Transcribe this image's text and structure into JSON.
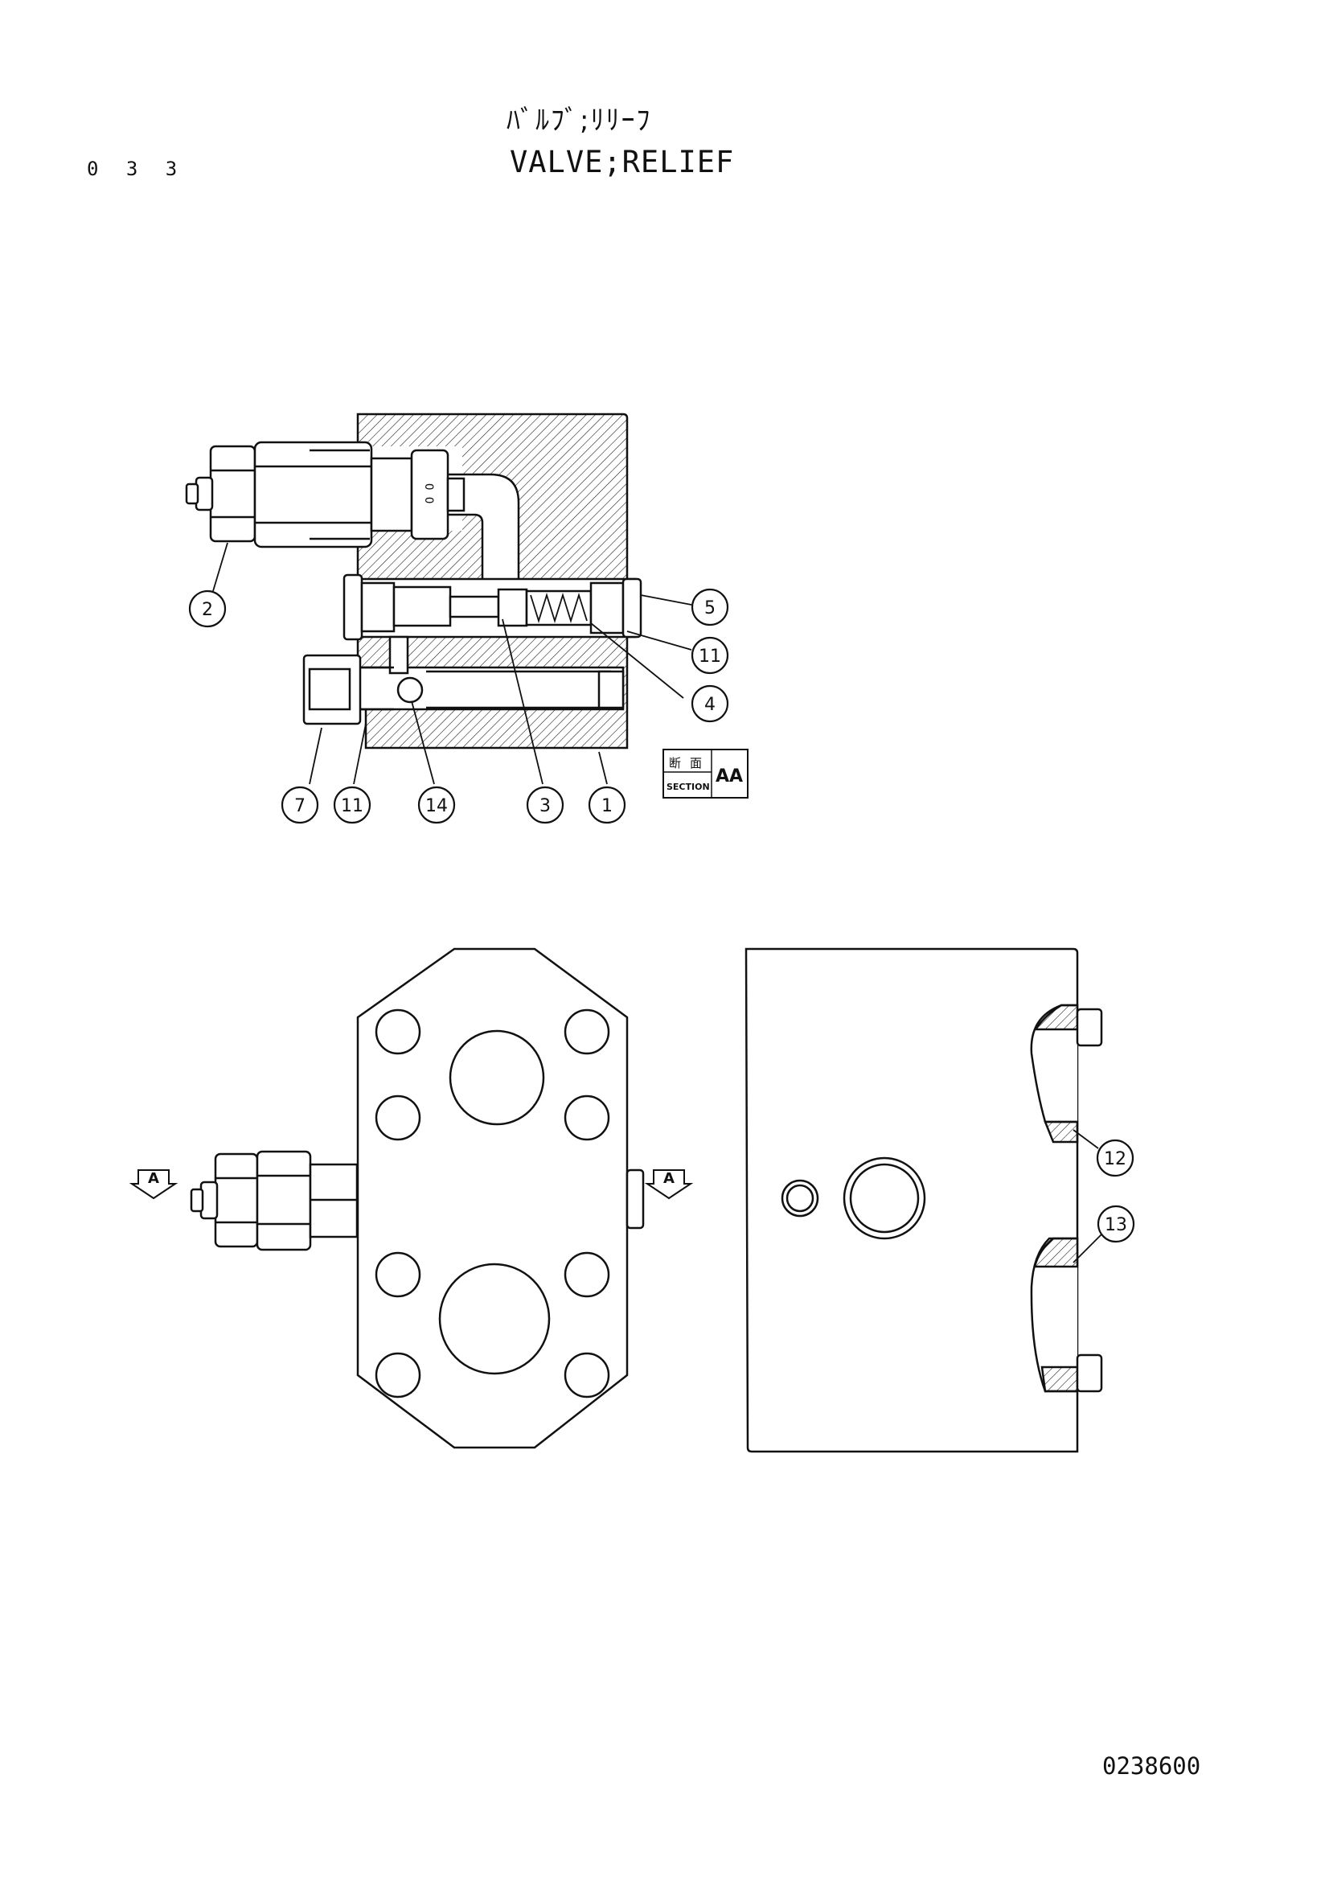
{
  "header": {
    "page_number": "0 3 3",
    "title_jp": "ﾊﾞﾙﾌﾞ;ﾘﾘｰﾌ",
    "title_en": "VALVE;RELIEF"
  },
  "footer": {
    "drawing_number": "0238600"
  },
  "section_label": {
    "kanji_1": "断",
    "kanji_2": "面",
    "word": "SECTION",
    "letters": "AA"
  },
  "section_arrows": [
    "A",
    "A"
  ],
  "callouts": [
    {
      "id": "callout-2",
      "label": "2"
    },
    {
      "id": "callout-5",
      "label": "5"
    },
    {
      "id": "callout-11a",
      "label": "11"
    },
    {
      "id": "callout-4",
      "label": "4"
    },
    {
      "id": "callout-7",
      "label": "7"
    },
    {
      "id": "callout-11b",
      "label": "11"
    },
    {
      "id": "callout-14",
      "label": "14"
    },
    {
      "id": "callout-3",
      "label": "3"
    },
    {
      "id": "callout-1",
      "label": "1"
    },
    {
      "id": "callout-12",
      "label": "12"
    },
    {
      "id": "callout-13",
      "label": "13"
    }
  ],
  "valve_text": "O O",
  "colors": {
    "ink": "#111111",
    "paper": "#ffffff"
  }
}
